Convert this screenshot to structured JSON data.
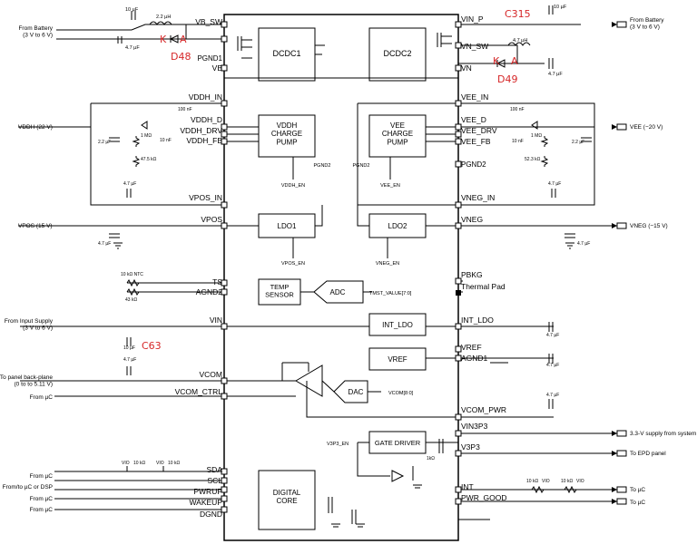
{
  "left": {
    "battery1": "From Battery\n(3 V to 6 V)",
    "vddh": "VDDH (22 V)",
    "vpos": "VPOS (15 V)",
    "input_supply": "From Input Supply\n(3 V to 6 V)",
    "backplane": "To panel back-plane\n(0 to to 5.11 V)",
    "from_uc1": "From µC",
    "from_uc_sda": "From µC",
    "from_uc_dsp": "From/to µC or DSP",
    "from_uc_pwrup": "From µC",
    "from_uc_wakeup": "From µC"
  },
  "right": {
    "battery2": "From Battery\n(3 V to 6 V)",
    "vee": "VEE (−20 V)",
    "vneg": "VNEG (−15 V)",
    "sys": "3.3-V supply from system",
    "epd": "To EPD panel",
    "to_uc1": "To µC",
    "to_uc2": "To µC"
  },
  "pins_left": [
    "VB_SW",
    "PGND1",
    "VB",
    "VDDH_IN",
    "VDDH_D",
    "VDDH_DRV",
    "VDDH_FB",
    "VPOS_IN",
    "VPOS",
    "TS",
    "AGND2",
    "VIN",
    "VCOM",
    "VCOM_CTRL",
    "SDA",
    "SCL",
    "PWRUP",
    "WAKEUP",
    "DGND"
  ],
  "pins_right": [
    "VIN_P",
    "VN_SW",
    "VN",
    "VEE_IN",
    "VEE_D",
    "VEE_DRV",
    "VEE_FB",
    "PGND2",
    "VNEG_IN",
    "VNEG",
    "PBKG",
    "Thermal Pad",
    "INT_LDO",
    "VREF",
    "AGND1",
    "VCOM_PWR",
    "VIN3P3",
    "V3P3",
    "INT",
    "PWR_GOOD"
  ],
  "blocks": {
    "dcdc1": "DCDC1",
    "dcdc2": "DCDC2",
    "vddh_pump": "VDDH\nCHARGE\nPUMP",
    "vee_pump": "VEE\nCHARGE\nPUMP",
    "ldo1": "LDO1",
    "ldo2": "LDO2",
    "temp": "TEMP\nSENSOR",
    "adc": "ADC",
    "int_ldo": "INT_LDO",
    "vref": "VREF",
    "dac": "DAC",
    "gate": "GATE DRIVER",
    "core": "DIGITAL\nCORE"
  },
  "signals": {
    "vddh_en": "VDDH_EN",
    "vee_en": "VEE_EN",
    "vpos_en": "VPOS_EN",
    "vneg_en": "VNEG_EN",
    "tmst": "TMST_VALUE[7:0]",
    "vcom": "VCOM[8:0]",
    "v3p3_en": "V3P3_EN",
    "pgnd2a": "PGND2",
    "pgnd2b": "PGND2"
  },
  "components": {
    "c10u": "10 µF",
    "l22": "2.2 µH",
    "c47": "4.7 µF",
    "l47": "4.7 µH",
    "c100n": "100 nF",
    "c10n": "10 nF",
    "c22": "2.2 µF",
    "r1m": "1 MΩ",
    "r475": "47.5 kΩ",
    "r523": "52.3 kΩ",
    "ntc": "10 kΩ NTC",
    "r43": "43 kΩ",
    "r10k": "10 kΩ",
    "r1k": "1kΩ",
    "vio": "VIO"
  },
  "annotations": {
    "k": "K",
    "a": "A",
    "d48": "D48",
    "d49": "D49",
    "c315": "C315",
    "c63": "C63"
  }
}
